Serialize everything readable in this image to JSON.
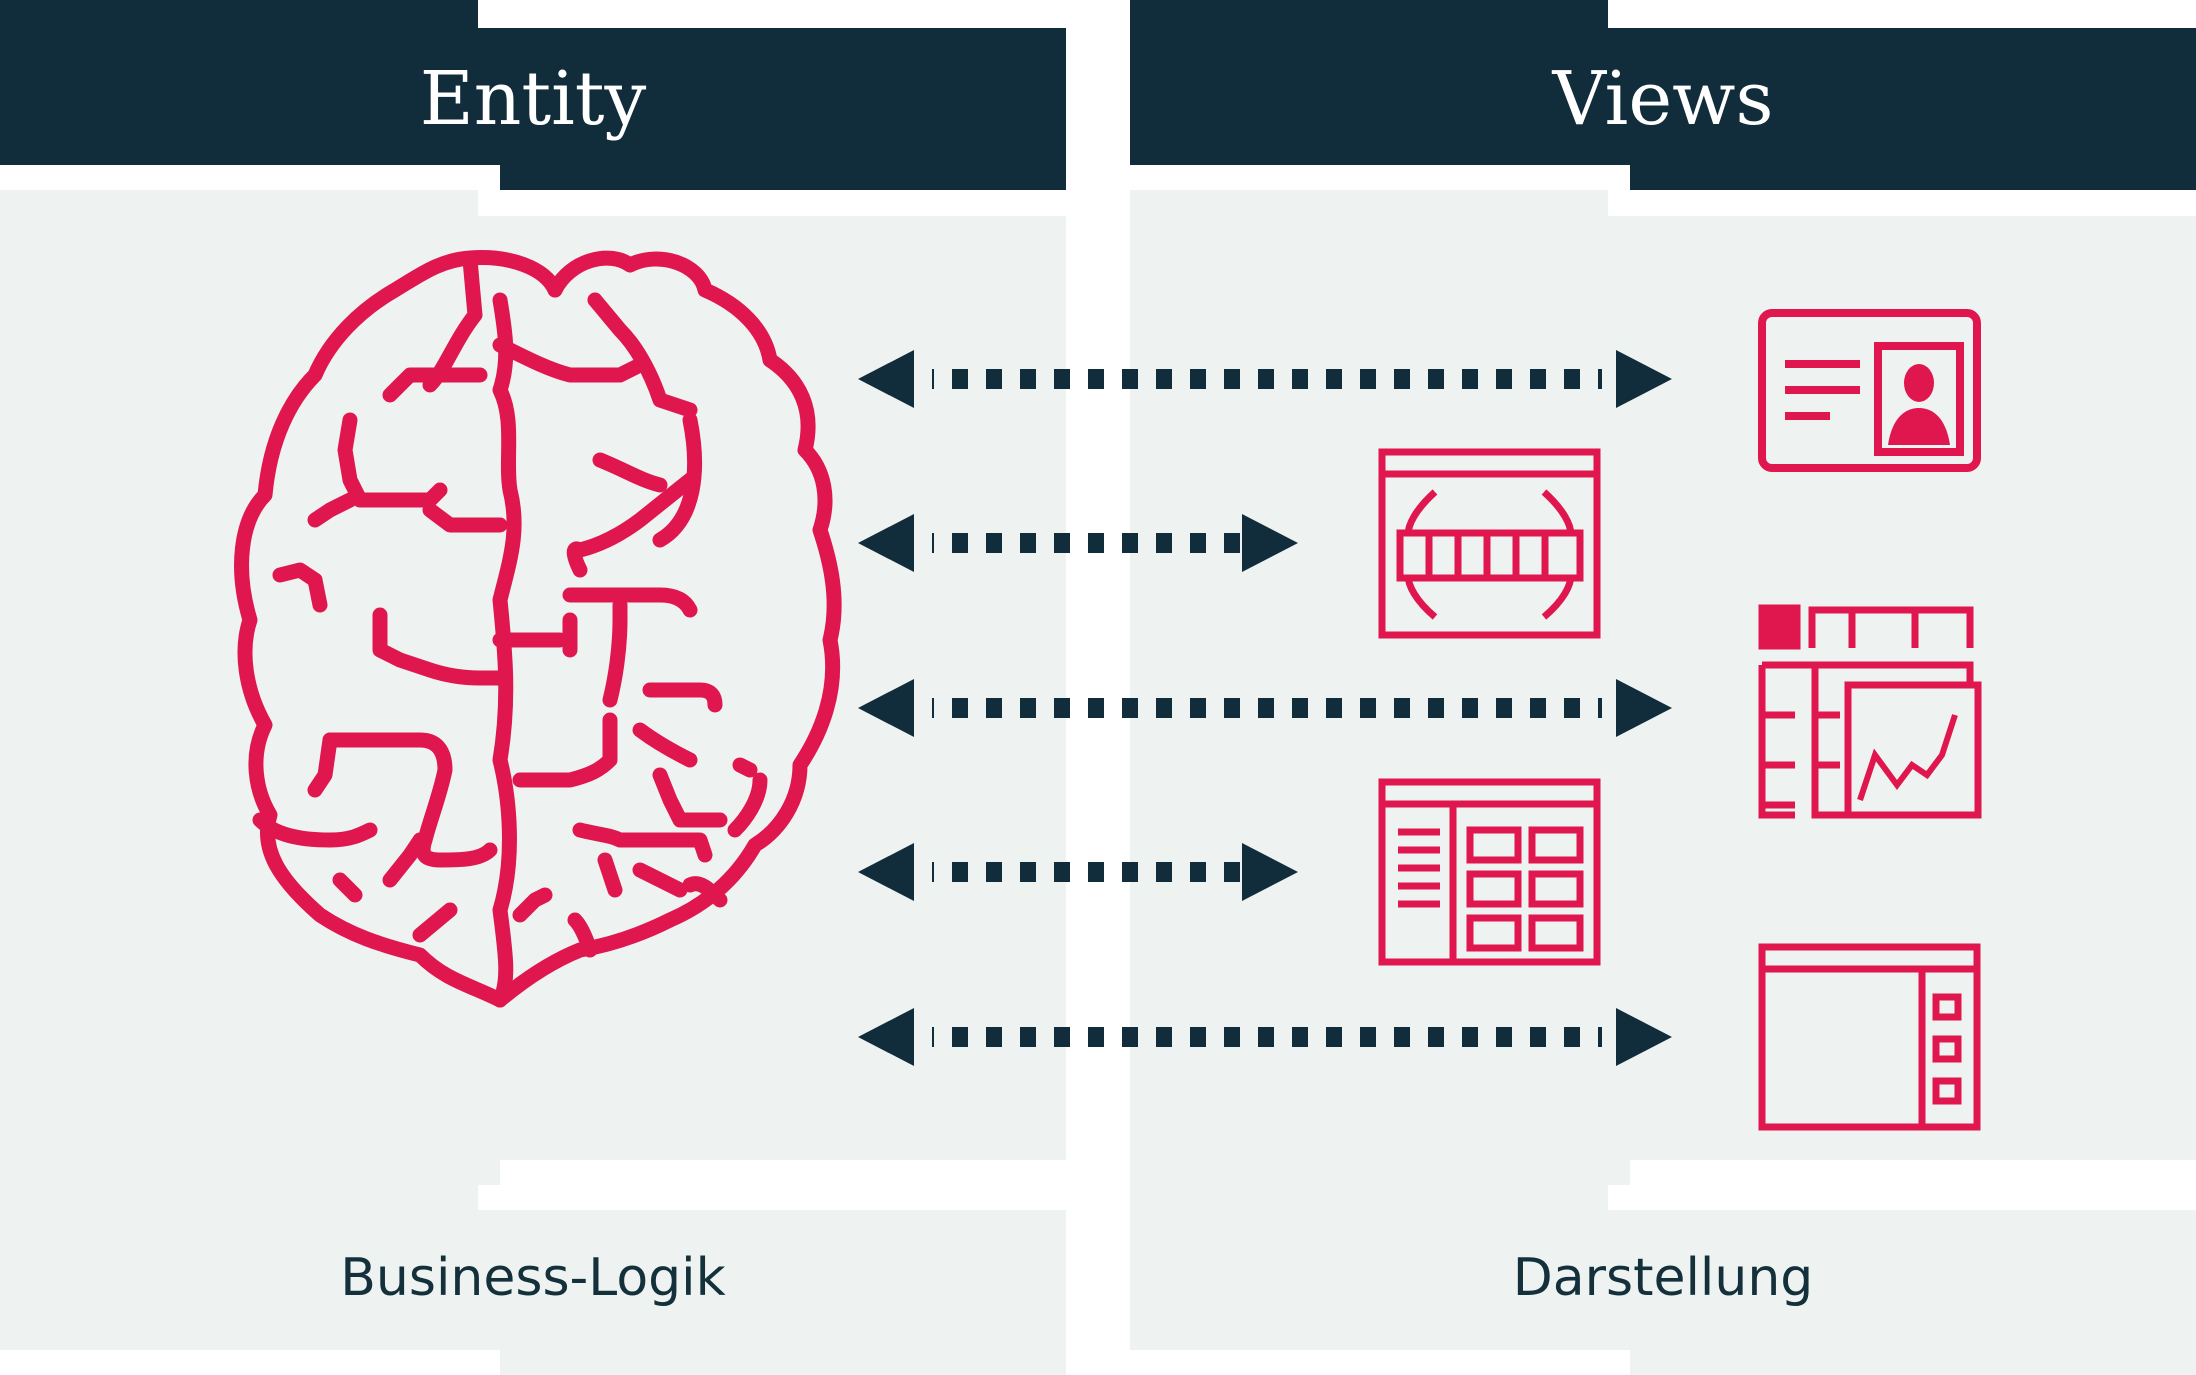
{
  "colors": {
    "header": "#112c3a",
    "panel": "#eef3f2",
    "accent": "#e0174f",
    "arrow": "#112c3a"
  },
  "left_panel": {
    "title": "Entity",
    "footer": "Business-Logik",
    "icon": "brain-icon"
  },
  "right_panel": {
    "title": "Views",
    "footer": "Darstellung",
    "icons": [
      "id-card-icon",
      "carousel-view-icon",
      "chart-dashboard-icon",
      "table-grid-icon",
      "window-sidebar-icon"
    ]
  },
  "connections": [
    {
      "from": "entity",
      "to": "id-card-icon"
    },
    {
      "from": "entity",
      "to": "carousel-view-icon"
    },
    {
      "from": "entity",
      "to": "chart-dashboard-icon"
    },
    {
      "from": "entity",
      "to": "table-grid-icon"
    },
    {
      "from": "entity",
      "to": "window-sidebar-icon"
    }
  ]
}
